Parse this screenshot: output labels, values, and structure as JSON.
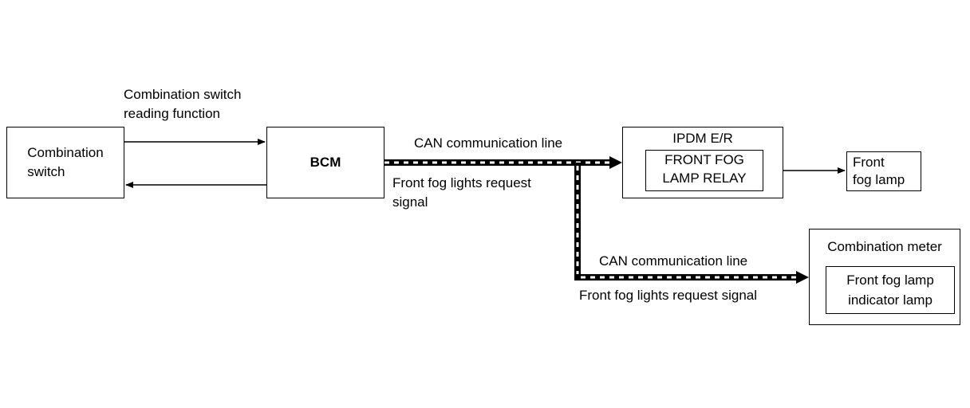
{
  "nodes": {
    "combination_switch": {
      "line1": "Combination",
      "line2": "switch"
    },
    "bcm": {
      "label": "BCM"
    },
    "ipdm": {
      "title": "IPDM E/R",
      "relay_line1": "FRONT FOG",
      "relay_line2": "LAMP RELAY"
    },
    "front_fog_lamp": {
      "line1": "Front",
      "line2": "fog lamp"
    },
    "combination_meter": {
      "title": "Combination meter",
      "indicator_line1": "Front fog lamp",
      "indicator_line2": "indicator lamp"
    }
  },
  "edges": {
    "switch_reading": {
      "line1": "Combination switch",
      "line2": "reading function"
    },
    "can_upper": {
      "label": "CAN communication line"
    },
    "request_upper": {
      "line1": "Front fog lights request",
      "line2": "signal"
    },
    "can_lower": {
      "label": "CAN communication line"
    },
    "request_lower": {
      "label": "Front fog lights request signal"
    }
  },
  "colors": {
    "line": "#000000",
    "background": "#ffffff"
  }
}
